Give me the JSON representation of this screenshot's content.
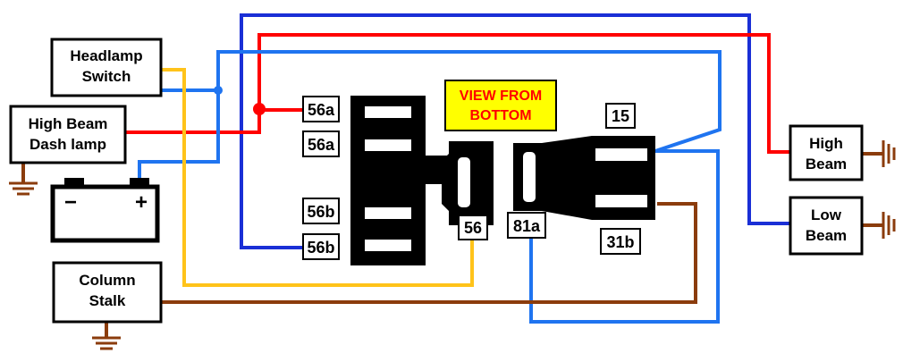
{
  "components": {
    "headlamp_switch": [
      "Headlamp",
      "Switch"
    ],
    "high_beam_dash_lamp": [
      "High Beam",
      "Dash lamp"
    ],
    "column_stalk": [
      "Column",
      "Stalk"
    ],
    "high_beam": [
      "High",
      "Beam"
    ],
    "low_beam": [
      "Low",
      "Beam"
    ]
  },
  "battery": {
    "minus": "−",
    "plus": "+"
  },
  "view_label": [
    "VIEW FROM",
    "BOTTOM"
  ],
  "terminals": {
    "t56a_1": "56a",
    "t56a_2": "56a",
    "t56b_1": "56b",
    "t56b_2": "56b",
    "t56": "56",
    "t81a": "81a",
    "t15": "15",
    "t31b": "31b"
  },
  "colors": {
    "blue_dark": "#1a2fd6",
    "blue_light": "#1f74f0",
    "red": "#ff0000",
    "yellow": "#ffc31a",
    "brown": "#8b3c0c",
    "label_bg": "#ffff00",
    "connector": "#000000"
  }
}
